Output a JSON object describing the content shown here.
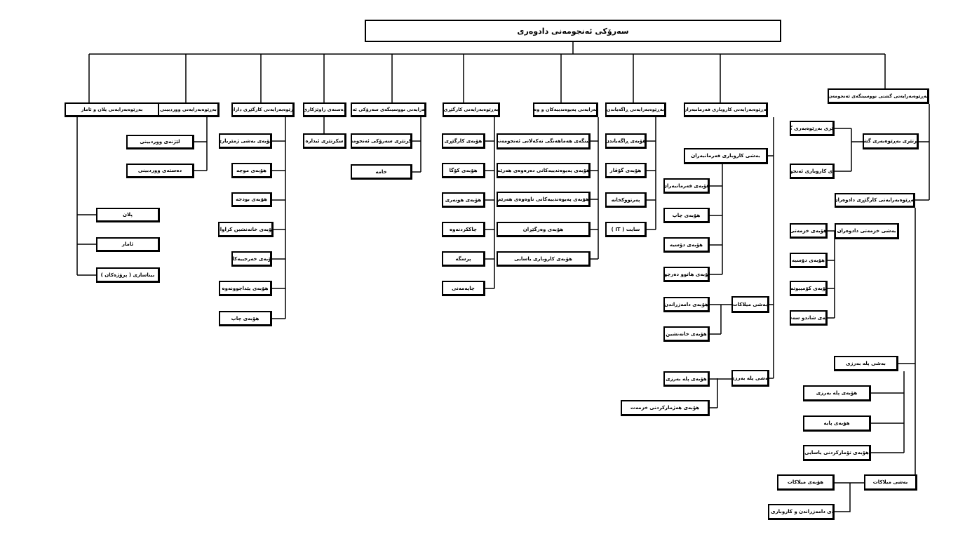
{
  "title": "سەرۆکی ئەنجومەنی دادوەری",
  "nodes": [
    "بەڕێوەبەرایەتی پلان و ئامار",
    "بەڕێوەبەرایەتی ووردبینی",
    "بەڕێوەبەرایەتی کارگێڕی دارایی",
    "دەستەی راوێژکاری",
    "بەڕێوەبەرایەتی نووسینگەی سەرۆکی ئەنجومەن",
    "بەڕێوەبەرایەتی کارگێڕی",
    "بەڕێوەبەرایەتی پەیوەندییەکان و وەرگێڕان",
    "بەڕێوەبەرایەتی ڕاگەیاندن",
    "بەڕێوەبەرایەتی کاروباری فەرمانبەران",
    "بەڕێوەبەرایەتی گشتی نووسینگەی ئەنجومەن",
    "لێژنەی ووردبینی",
    "دەستەی ووردبینی",
    "پلان",
    "ئامار",
    "بیناسازی ( پرۆژەکان )",
    "هۆبەی بەشی ژمێریاری",
    "هۆبەی موچە",
    "هۆبەی بودجە",
    "هۆبەی خانەنشین کراوان",
    "هۆبەی خەرجییەکان",
    "هۆبەی پێداچوونەوە",
    "هۆبەی چاپ",
    "سکرتێری ئیدارە",
    "سکرتێری سەرۆکی ئەنجومەن",
    "خامە",
    "هۆبەی کارگێڕی",
    "هۆبەی کۆگا",
    "هۆبەی هونەری",
    "چاککردنەوە",
    "پرسگە",
    "چاپەمەنی",
    "نووسینگەی هەماهەنگی تەکەلانی ئەنجومەنی بالا",
    "هۆبەی پەیوەندییەکانی دەرەوەی هەرێم",
    "هۆبەی پەیوەندییەکانی ناوەوەی هەرێم",
    "هۆبەی وەرگێڕان",
    "هۆبەی کاروباری یاسایی",
    "هۆبەی ڕاگەیاندن",
    "هۆبەی گۆڤار",
    "پەرتووکخانە",
    "سایت ( IT )",
    "بەشی کاروباری فەرمانبەران",
    "هۆبەی فەرمانبەران",
    "هۆبەی چاپ",
    "هۆبەی دۆسیە",
    "هۆبەی هاتوو دەرچوو",
    "بەشی میلاکات",
    "هۆبەی دامەزراندن",
    "هۆبەی خانەنشین",
    "بەشی پلە بەرزی",
    "هۆبەی پلە بەرزی",
    "هۆبەی هەژمارکردنی خزمەت",
    "سکرتێری بەڕێوەبەری گشتی",
    "سکرتێری بەڕێوەبەری گشتی",
    "هۆبەی کاروباری ئەنجومەن",
    "بەڕێوەبەرایەتی کارگێڕی دادوەران",
    "بەشی خزمەتی دادوەران",
    "هۆبەی خزمەتی",
    "هۆبەی دۆسیە",
    "هۆبەی کۆمپیوتەر",
    "هۆبەی شاندو سەفەر",
    "بەشی پلە بەرزی",
    "هۆبەی پلە بەرزی",
    "هۆبەی پایە",
    "هۆبەی تۆمارکردنی یاسایی",
    "بەشی میلاکات",
    "هۆبەی میلاکات",
    "هۆبەی دامەزراندن و کاروباری خانە"
  ]
}
